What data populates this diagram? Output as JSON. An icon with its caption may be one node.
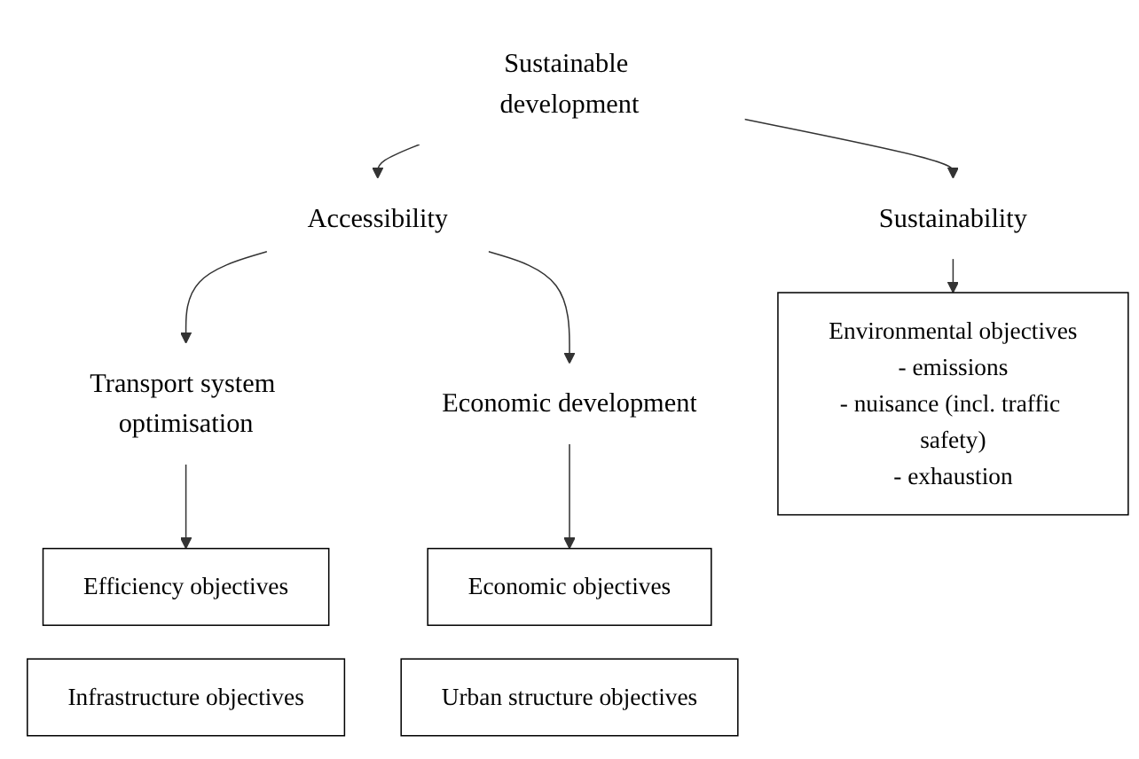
{
  "diagram": {
    "nodes": [
      {
        "text": [
          "Sustainable development"
        ]
      },
      {
        "text": [
          "Sustainability"
        ]
      },
      {
        "text": [
          "Accessibility"
        ]
      },
      {
        "text": [
          "Transport system optimisation"
        ]
      },
      {
        "text": [
          "Economic development"
        ]
      },
      {
        "text": [
          "Environmental objectives",
          "- emissions",
          "- nuisance (incl. traffic safety)",
          "- exhaustion"
        ]
      },
      {
        "text": [
          "Efficiency objectives"
        ]
      },
      {
        "text": [
          "Economic objectives"
        ]
      },
      {
        "text": [
          "Infrastructure objectives"
        ]
      },
      {
        "text": [
          "Urban structure objectives"
        ]
      }
    ],
    "edges": [
      {
        "from": 0,
        "to": 1,
        "arrow": "to"
      },
      {
        "from": 0,
        "to": 2,
        "arrow": "to"
      },
      {
        "from": 2,
        "to": 3,
        "arrow": "to"
      },
      {
        "from": 2,
        "to": 4,
        "arrow": "to"
      },
      {
        "from": 1,
        "to": 5,
        "arrow": "to"
      },
      {
        "from": 3,
        "to": 6,
        "arrow": "to"
      },
      {
        "from": 4,
        "to": 7,
        "arrow": "to"
      }
    ]
  }
}
